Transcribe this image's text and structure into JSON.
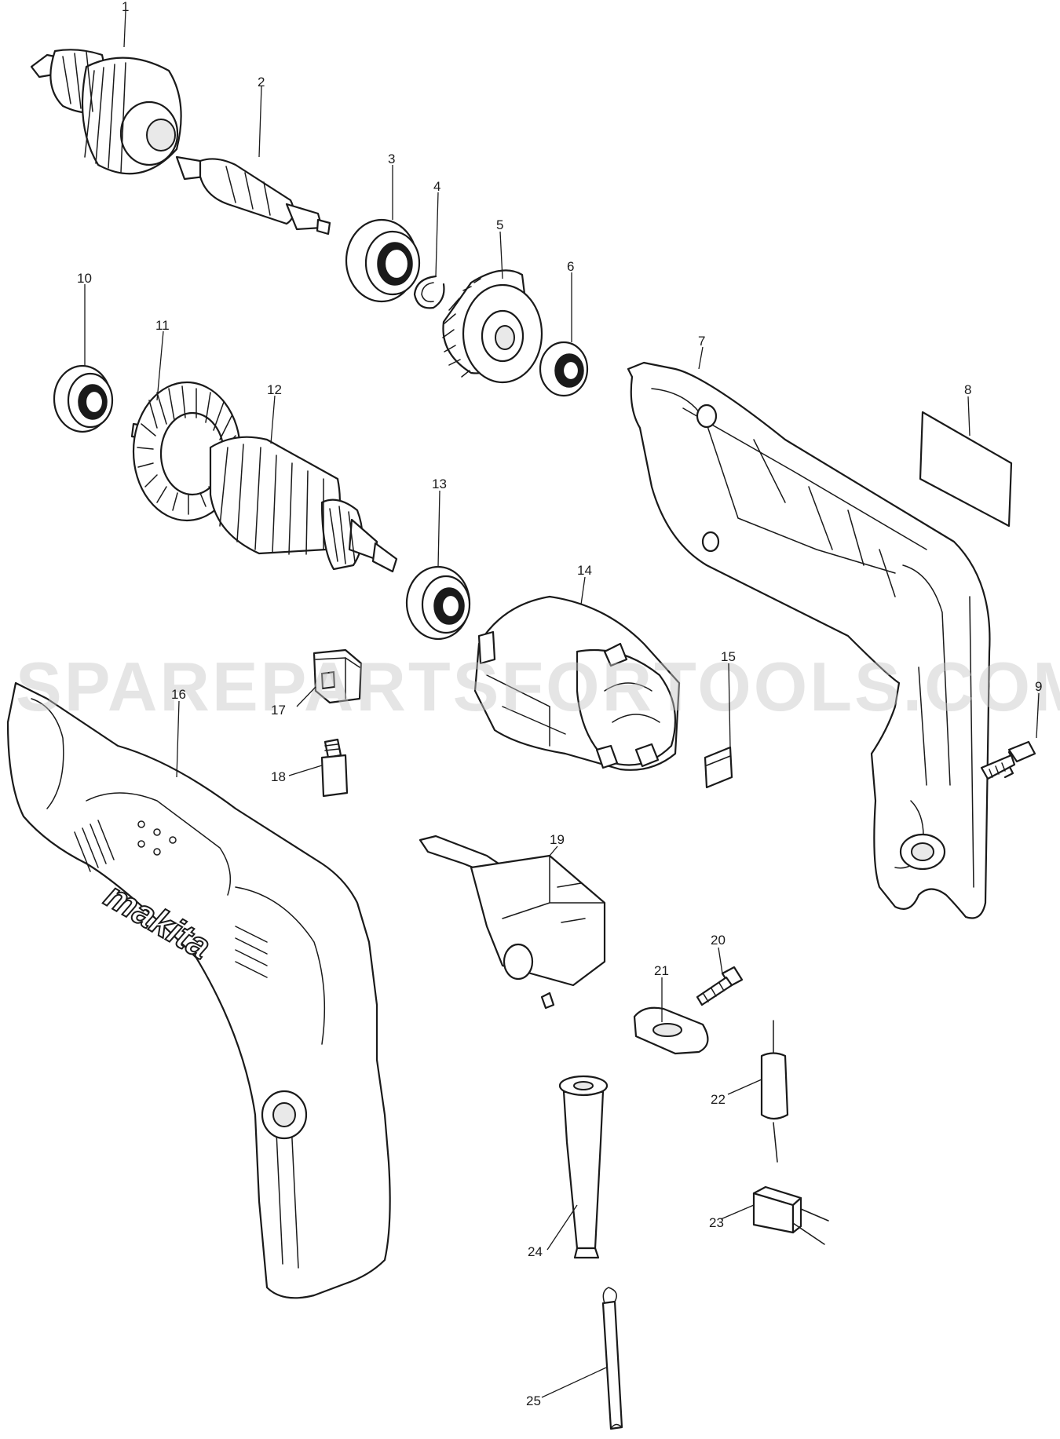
{
  "watermark": "SPAREPARTSFORTOOLS.COM.AU",
  "brand_text": "makita",
  "callouts": {
    "p1": "1",
    "p2": "2",
    "p3": "3",
    "p4": "4",
    "p5": "5",
    "p6": "6",
    "p7": "7",
    "p8": "8",
    "p9": "9",
    "p10": "10",
    "p11": "11",
    "p12": "12",
    "p13": "13",
    "p14": "14",
    "p15": "15",
    "p16": "16",
    "p17": "17",
    "p18": "18",
    "p19": "19",
    "p20": "20",
    "p21": "21",
    "p22": "22",
    "p23": "23",
    "p24": "24",
    "p25": "25"
  }
}
